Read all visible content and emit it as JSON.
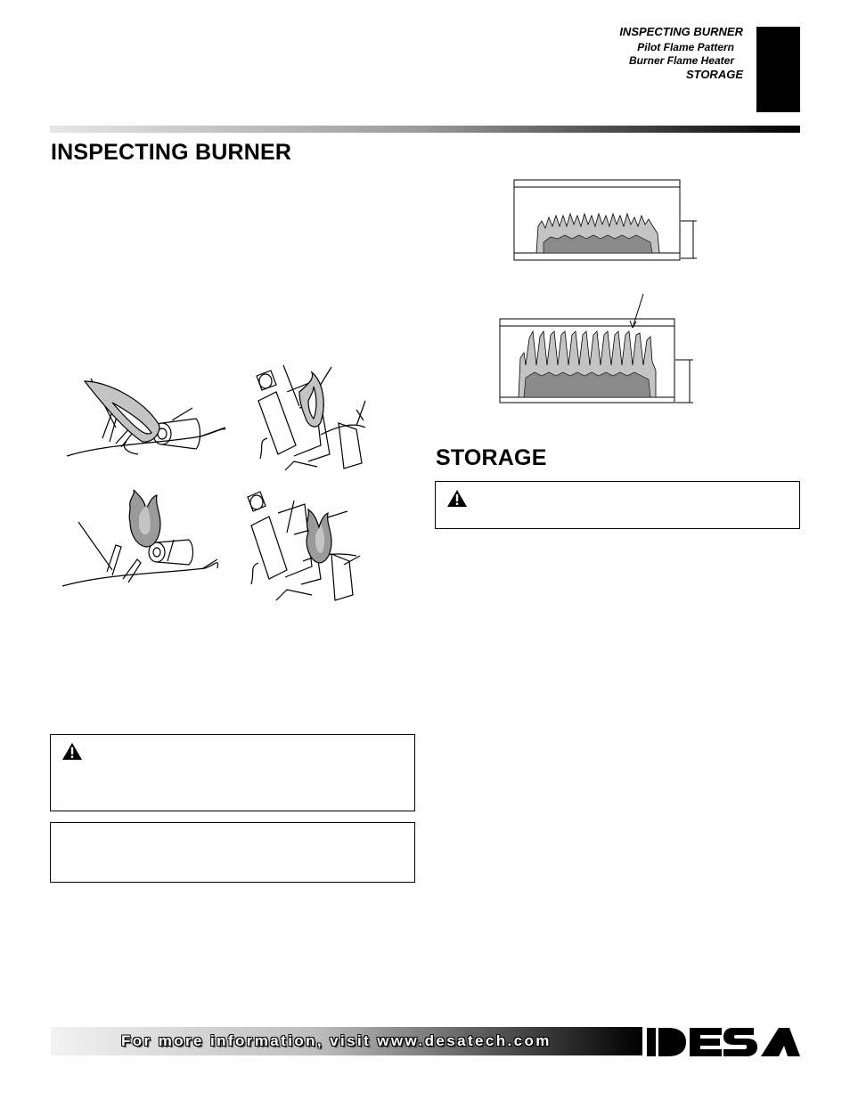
{
  "header": {
    "title": "INSPECTING BURNER",
    "sub1": "Pilot Flame Pattern",
    "sub2": "Burner Flame Heater",
    "sub3": "STORAGE"
  },
  "sections": {
    "inspecting_burner": "INSPECTING BURNER",
    "storage": "STORAGE"
  },
  "footer": {
    "text": "For more information, visit www.desatech.com",
    "logo": "DESA"
  },
  "icons": [
    "warning-triangle-icon"
  ],
  "colors": {
    "flame_light": "#c4c4c4",
    "flame_dark": "#8a8a8a",
    "rule_dark": "#000000"
  }
}
